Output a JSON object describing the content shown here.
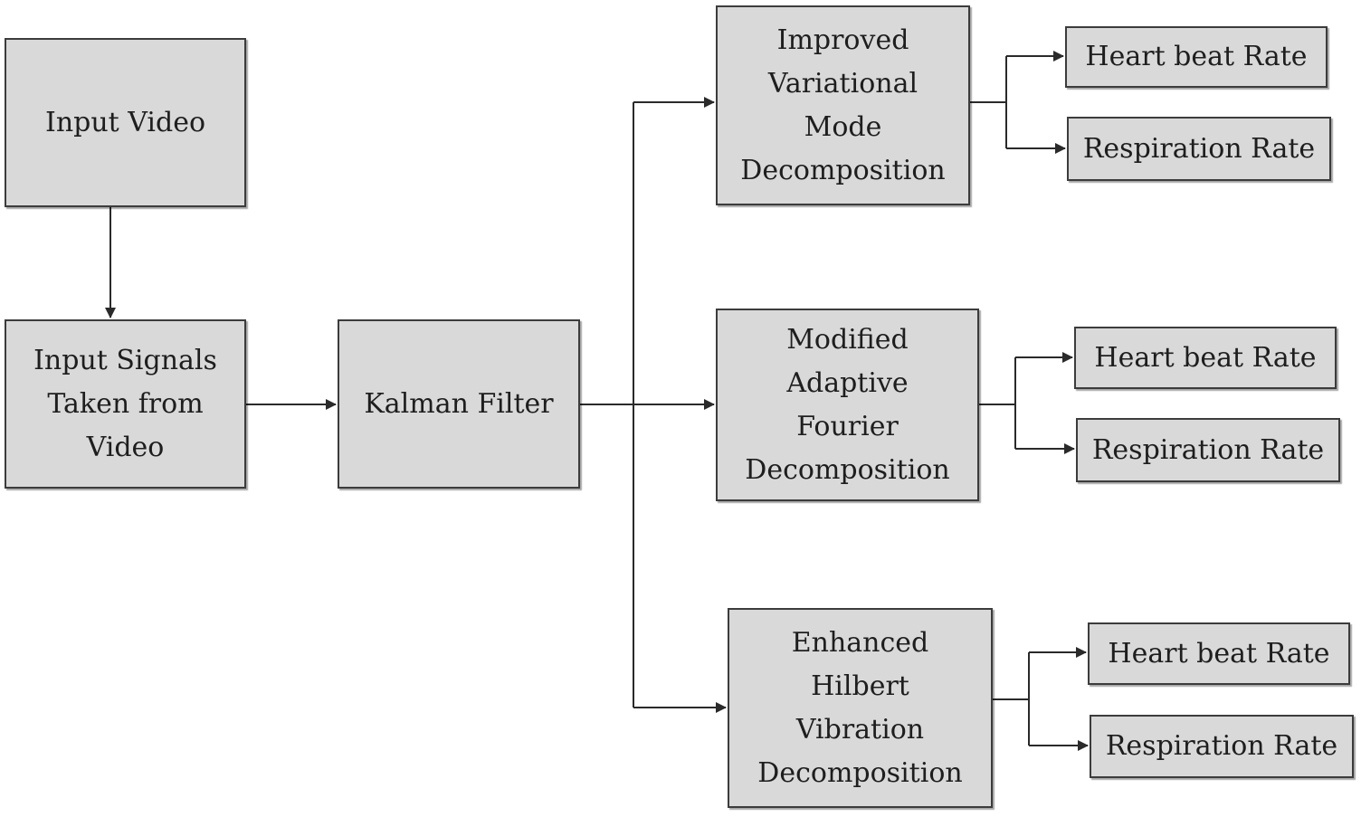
{
  "diagram": {
    "input_video": [
      "Input Video"
    ],
    "input_signals": [
      "Input Signals",
      "Taken from",
      "Video"
    ],
    "kalman_filter": [
      "Kalman Filter"
    ],
    "branches": [
      {
        "method": [
          "Improved",
          "Variational",
          "Mode",
          "Decomposition"
        ],
        "outputs": [
          "Heart beat Rate",
          "Respiration Rate"
        ]
      },
      {
        "method": [
          "Modified",
          "Adaptive",
          "Fourier",
          "Decomposition"
        ],
        "outputs": [
          "Heart beat Rate",
          "Respiration Rate"
        ]
      },
      {
        "method": [
          "Enhanced",
          "Hilbert",
          "Vibration",
          "Decomposition"
        ],
        "outputs": [
          "Heart beat Rate",
          "Respiration Rate"
        ]
      }
    ]
  }
}
